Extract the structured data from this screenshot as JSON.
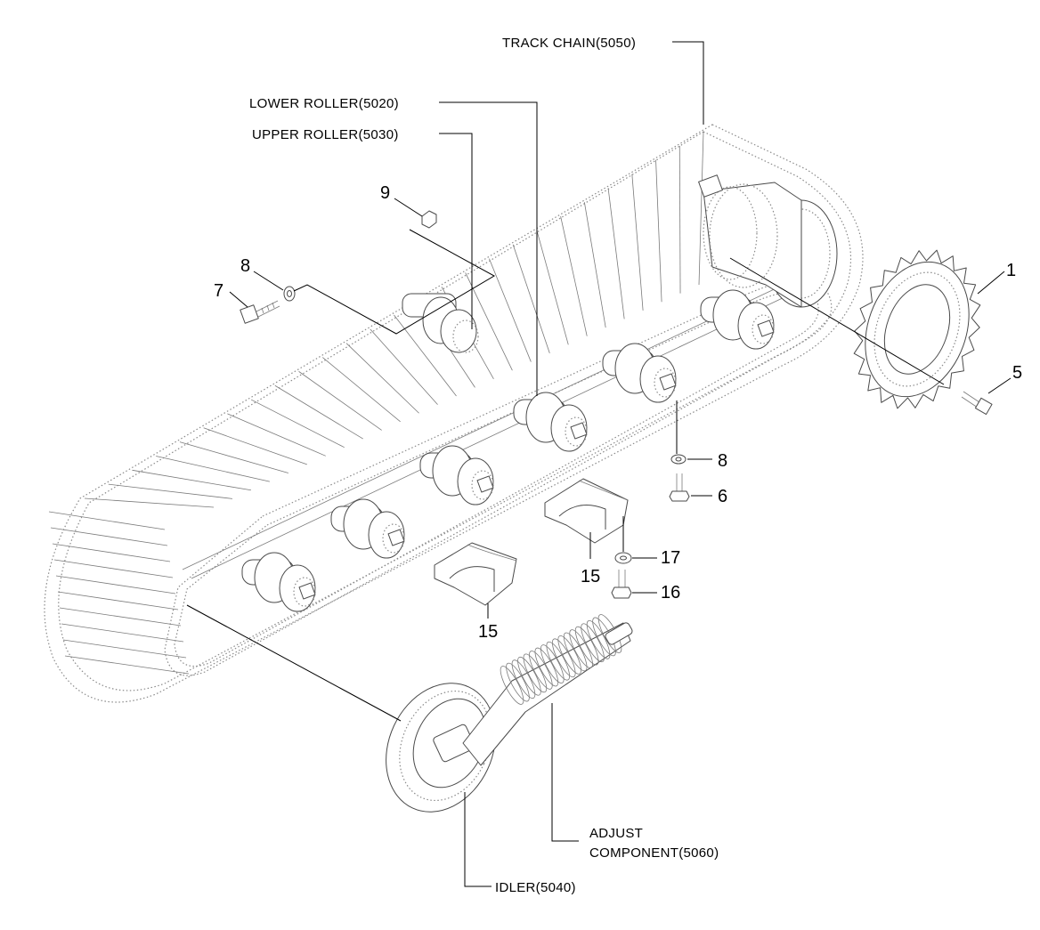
{
  "callouts": {
    "track_chain": "TRACK CHAIN(5050)",
    "lower_roller": "LOWER ROLLER(5020)",
    "upper_roller": "UPPER ROLLER(5030)",
    "adjust_line1": "ADJUST",
    "adjust_line2": "COMPONENT(5060)",
    "idler": "IDLER(5040)"
  },
  "numbers": {
    "n1": "1",
    "n5": "5",
    "n6": "6",
    "n7": "7",
    "n8a": "8",
    "n8b": "8",
    "n9": "9",
    "n15a": "15",
    "n15b": "15",
    "n16": "16",
    "n17": "17"
  }
}
